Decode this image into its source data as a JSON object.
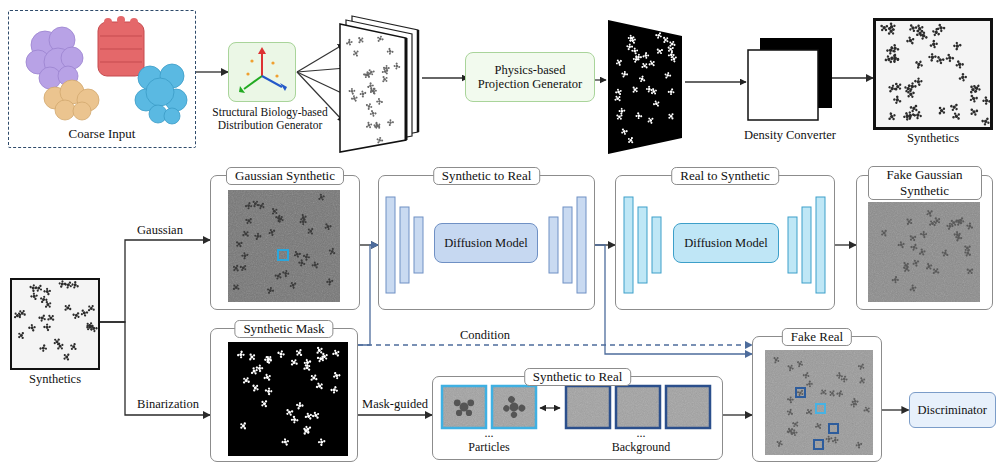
{
  "diagram": {
    "nodes": [
      {
        "text": [
          "Coarse Input"
        ]
      },
      {
        "text": [
          "Structural Biology-based Distribution Generator"
        ]
      },
      {
        "text": [
          "Physics-based Projection Generator"
        ]
      },
      {
        "text": [
          "Density Converter"
        ]
      },
      {
        "text": [
          "Synthetics"
        ]
      },
      {
        "text": [
          "Gaussian Synthetic"
        ]
      },
      {
        "text": [
          "Synthetic to Real"
        ]
      },
      {
        "text": [
          "Diffusion Model"
        ],
        "in": 6
      },
      {
        "text": [
          "Real to Synthetic"
        ]
      },
      {
        "text": [
          "Diffusion Model"
        ],
        "in": 8
      },
      {
        "text": [
          "Fake Gaussian Synthetic"
        ]
      },
      {
        "text": [
          "Synthetics"
        ]
      },
      {
        "text": [
          "Synthetic Mask"
        ]
      },
      {
        "text": [
          "Synthetic to Real"
        ]
      },
      {
        "text": [
          "Fake Real"
        ]
      },
      {
        "text": [
          "Discriminator"
        ]
      }
    ],
    "edges": [
      {
        "from": 0,
        "to": 1,
        "arrow": "to"
      },
      {
        "from": 3,
        "to": 4,
        "arrow": "to"
      },
      {
        "from": 11,
        "to": 5,
        "label": "Gaussian",
        "arrow": "to"
      },
      {
        "from": 11,
        "to": 12,
        "label": "Binarization",
        "arrow": "to"
      },
      {
        "from": 5,
        "to": 6,
        "arrow": "to"
      },
      {
        "from": 6,
        "to": 8,
        "arrow": "to"
      },
      {
        "from": 8,
        "to": 10,
        "arrow": "to"
      },
      {
        "from": 12,
        "to": 6,
        "arrow": "to"
      },
      {
        "from": 12,
        "to": 14,
        "label": "Condition",
        "arrow": "to"
      },
      {
        "from": 6,
        "to": 14,
        "arrow": "to"
      },
      {
        "from": 12,
        "to": 13,
        "label": "Mask-guided",
        "arrow": "to"
      },
      {
        "from": 13,
        "to": 14,
        "arrow": "to"
      },
      {
        "from": 14,
        "to": 15,
        "arrow": "to"
      }
    ],
    "labels": [
      "...",
      "...",
      "Particles",
      "Background"
    ]
  }
}
